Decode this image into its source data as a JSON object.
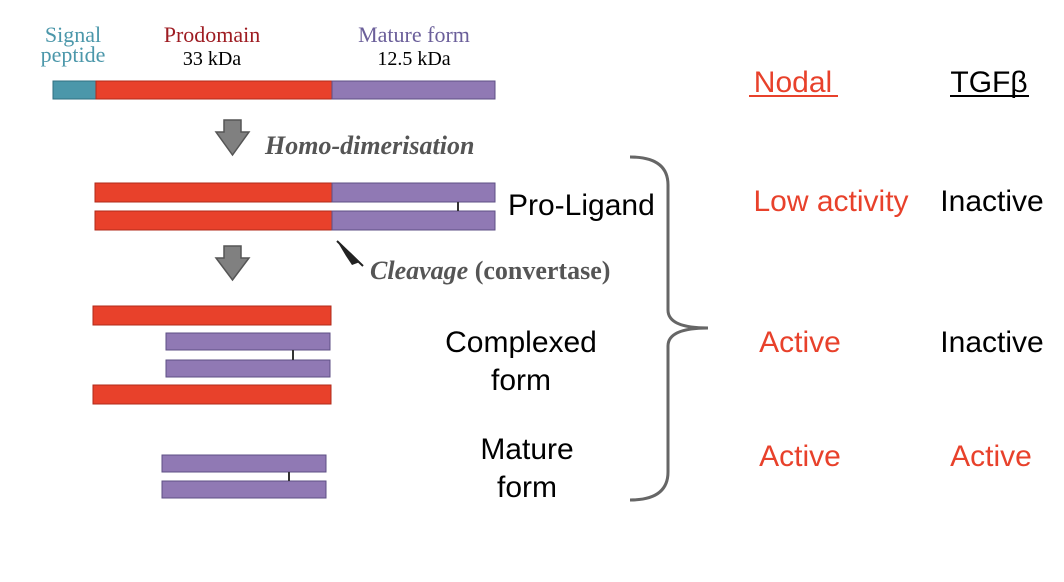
{
  "colors": {
    "signal": "#4b97aa",
    "prodomain": "#e8412b",
    "mature": "#9079b4",
    "prodomain_label": "#9e1c22",
    "mature_label": "#6b5f9a",
    "arrow": "#808080",
    "red_text": "#e8412b",
    "black_text": "#000000"
  },
  "top_labels": {
    "signal_line1": "Signal",
    "signal_line2": "peptide",
    "prodomain": "Prodomain",
    "prodomain_size": "33 kDa",
    "mature": "Mature form",
    "mature_size": "12.5 kDa"
  },
  "steps": {
    "dimerisation": "Homo-dimerisation",
    "cleavage_italic": "Cleavage",
    "cleavage_rest": " (convertase)"
  },
  "forms": {
    "proligand": "Pro-Ligand",
    "complexed_line1": "Complexed",
    "complexed_line2": "form",
    "mature_line1": "Mature",
    "mature_line2": "form"
  },
  "columns": {
    "nodal": "Nodal",
    "tgfb": "TGFβ"
  },
  "activity": {
    "proligand_nodal": "Low activity",
    "proligand_tgfb": "Inactive",
    "complexed_nodal": "Active",
    "complexed_tgfb": "Inactive",
    "mature_nodal": "Active",
    "mature_tgfb": "Active"
  }
}
